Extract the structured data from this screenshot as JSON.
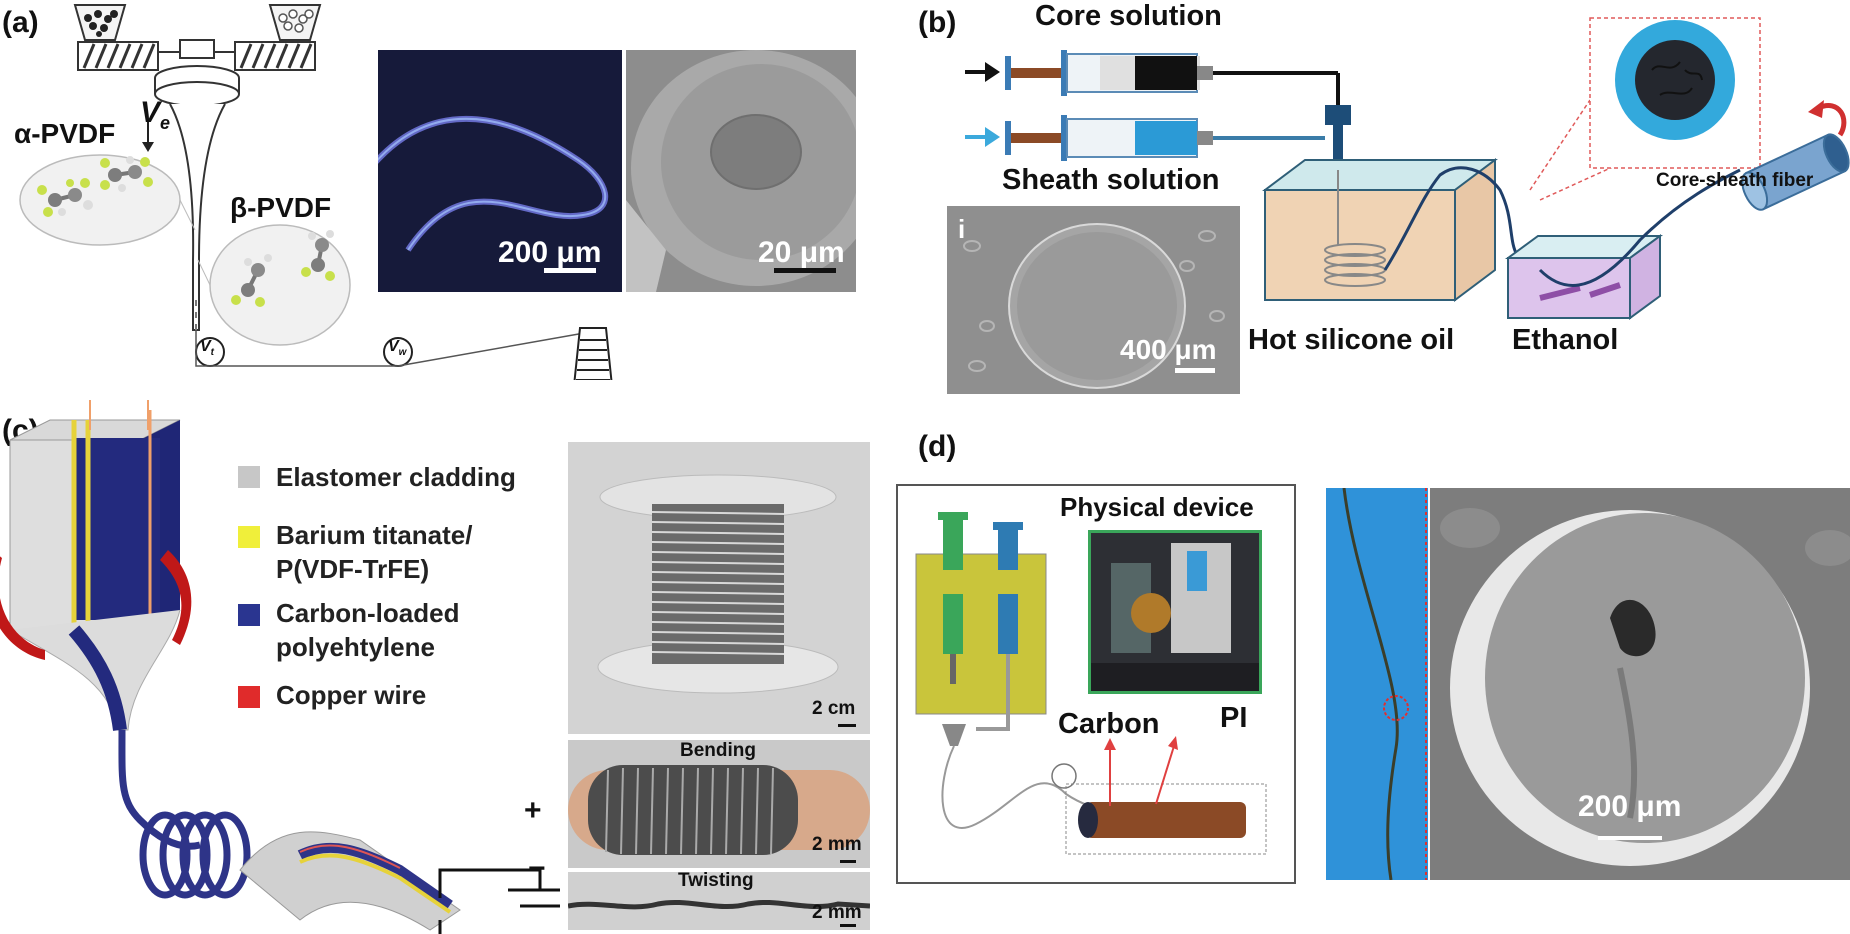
{
  "panel_a": {
    "label": "(a)",
    "alpha": "α-PVDF",
    "beta": "β-PVDF",
    "v_e": "V",
    "v_e_sub": "e",
    "v_t": "V",
    "v_t_sub": "t",
    "v_w": "V",
    "v_w_sub": "w",
    "scale1": "200 μm",
    "scale2": "20 μm"
  },
  "panel_b": {
    "label": "(b)",
    "core": "Core solution",
    "sheath": "Sheath solution",
    "inset": "i",
    "scale": "400 μm",
    "oil": "Hot silicone oil",
    "ethanol": "Ethanol",
    "fiber": "Core-sheath fiber"
  },
  "panel_c": {
    "label": "(c)",
    "legend": [
      {
        "text": "Elastomer cladding",
        "color": "#c7c7c7"
      },
      {
        "text": "Barium titanate/\nP(VDF-TrFE)",
        "color": "#f0ef3a"
      },
      {
        "text": "Carbon-loaded\npolyehtylene",
        "color": "#2a3590"
      },
      {
        "text": "Copper wire",
        "color": "#e02b2b"
      }
    ],
    "scale1": "2 cm",
    "bending": "Bending",
    "scale2": "2 mm",
    "twisting": "Twisting",
    "scale3": "2 mm",
    "plus": "+",
    "minus": "−"
  },
  "panel_d": {
    "label": "(d)",
    "device": "Physical device",
    "carbon": "Carbon",
    "pi": "PI",
    "scale": "200 μm"
  }
}
